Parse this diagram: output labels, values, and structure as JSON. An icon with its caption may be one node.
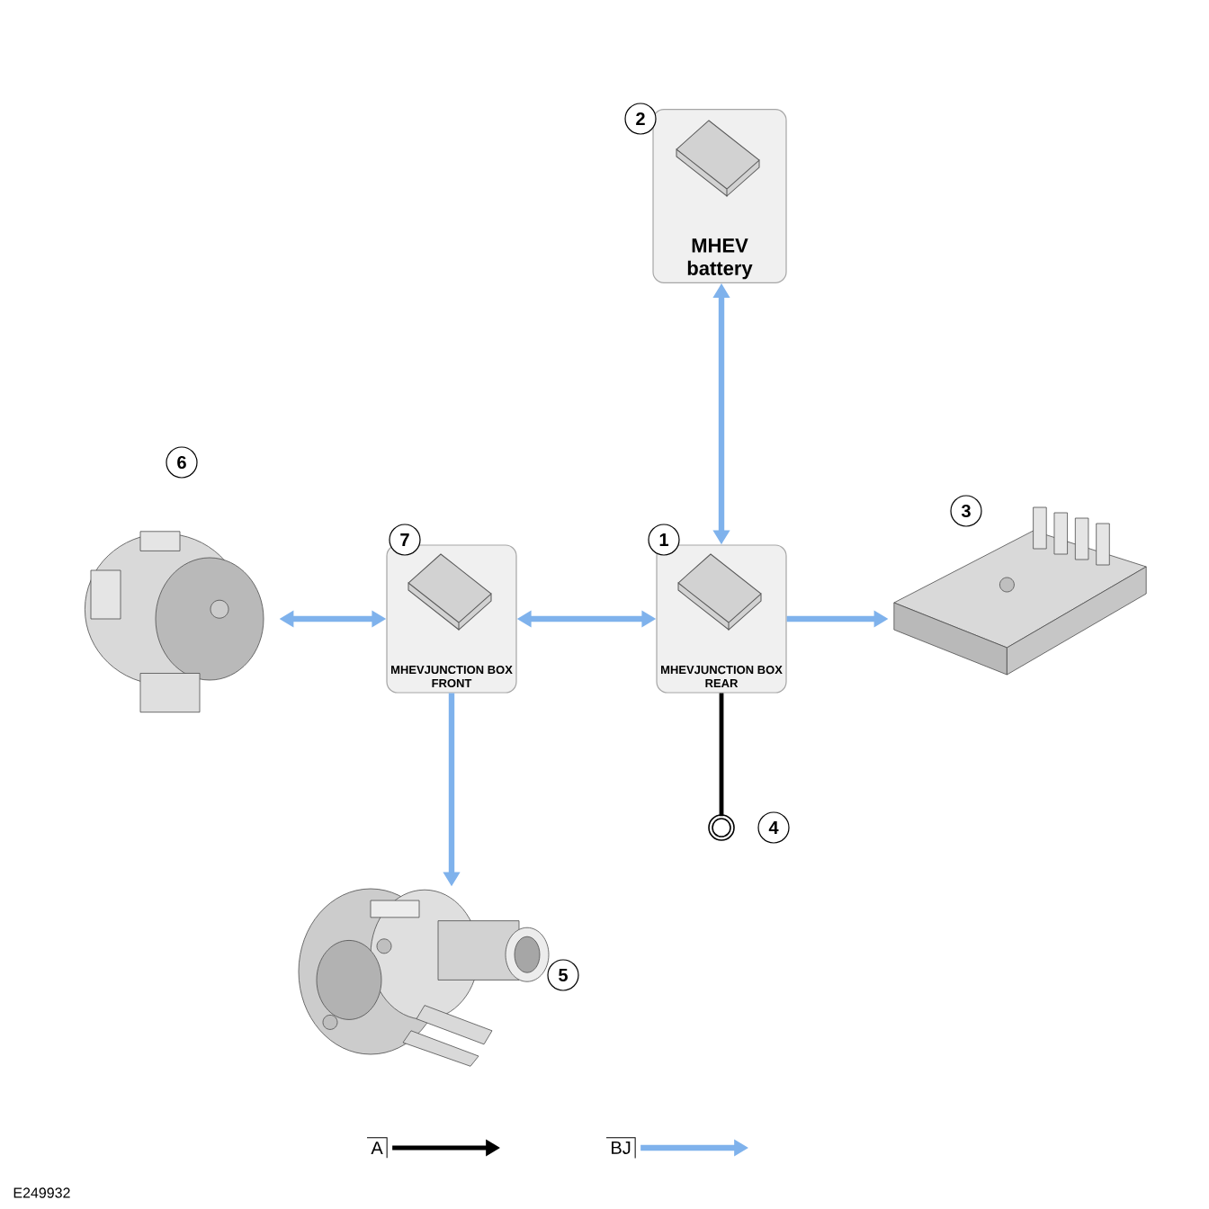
{
  "diagram": {
    "nodes": [
      {
        "text": [
          "MHEVJUNCTION BOX REAR"
        ],
        "beside": [
          "1"
        ]
      },
      {
        "text": [
          "MHEV battery"
        ],
        "beside": [
          "2"
        ]
      },
      {
        "text": [],
        "shape": "picture",
        "beside": [
          "3"
        ]
      },
      {
        "text": [],
        "shape": "circle",
        "beside": [
          "4"
        ]
      },
      {
        "text": [],
        "shape": "picture",
        "beside": [
          "5"
        ]
      },
      {
        "text": [],
        "shape": "picture",
        "beside": [
          "6"
        ]
      },
      {
        "text": [
          "MHEVJUNCTION BOX FRONT"
        ],
        "beside": [
          "7"
        ]
      }
    ],
    "edges": [
      {
        "from": 0,
        "to": 1,
        "arrow": "both"
      },
      {
        "from": 0,
        "to": 2,
        "arrow": "to"
      },
      {
        "from": 0,
        "to": 3,
        "arrow": "none",
        "color": "#000000"
      },
      {
        "from": 6,
        "to": 0,
        "arrow": "both"
      },
      {
        "from": 5,
        "to": 6,
        "arrow": "both"
      },
      {
        "from": 6,
        "to": 4,
        "arrow": "to"
      }
    ],
    "labels": [
      "E249932"
    ],
    "legend": [
      {
        "text": "A"
      },
      {
        "text": "BJ"
      }
    ]
  }
}
